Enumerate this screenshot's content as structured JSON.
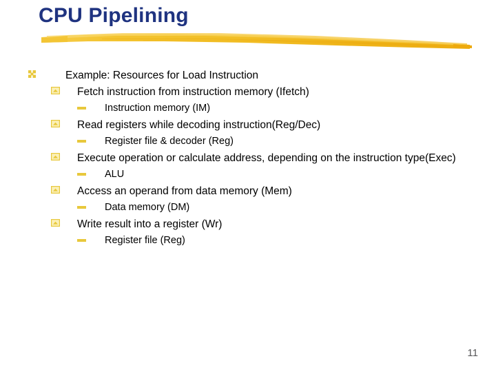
{
  "slide": {
    "title": "CPU Pipelining",
    "page_number": "11",
    "accent_color": "#E8C83C",
    "title_color": "#1F3380",
    "body_color": "#000000",
    "background_color": "#FFFFFF",
    "page_number_color": "#58585A"
  },
  "decor": {
    "brush_stroke_name": "yellow-brush-stroke",
    "brush_color_dark": "#EFAE18",
    "brush_color_mid": "#F5C12B",
    "brush_color_light": "#F8D45C"
  },
  "bullets": [
    {
      "level": 1,
      "marker": "clover-bullet-icon",
      "text": "Example: Resources for Load Instruction"
    },
    {
      "level": 2,
      "marker": "box-chevron-bullet-icon",
      "text": "Fetch instruction from instruction memory (Ifetch)"
    },
    {
      "level": 3,
      "marker": "dash-bullet-icon",
      "text": "Instruction memory (IM)"
    },
    {
      "level": 2,
      "marker": "box-chevron-bullet-icon",
      "text": "Read registers while decoding instruction(Reg/Dec)"
    },
    {
      "level": 3,
      "marker": "dash-bullet-icon",
      "text": "Register file & decoder (Reg)"
    },
    {
      "level": 2,
      "marker": "box-chevron-bullet-icon",
      "text": "Execute operation or calculate address,  depending on the instruction type(Exec)"
    },
    {
      "level": 3,
      "marker": "dash-bullet-icon",
      "text": "ALU"
    },
    {
      "level": 2,
      "marker": "box-chevron-bullet-icon",
      "text": "Access an operand from data memory (Mem)"
    },
    {
      "level": 3,
      "marker": "dash-bullet-icon",
      "text": "Data memory (DM)"
    },
    {
      "level": 2,
      "marker": "box-chevron-bullet-icon",
      "text": "Write result into a register (Wr)"
    },
    {
      "level": 3,
      "marker": "dash-bullet-icon",
      "text": "Register file (Reg)"
    }
  ]
}
